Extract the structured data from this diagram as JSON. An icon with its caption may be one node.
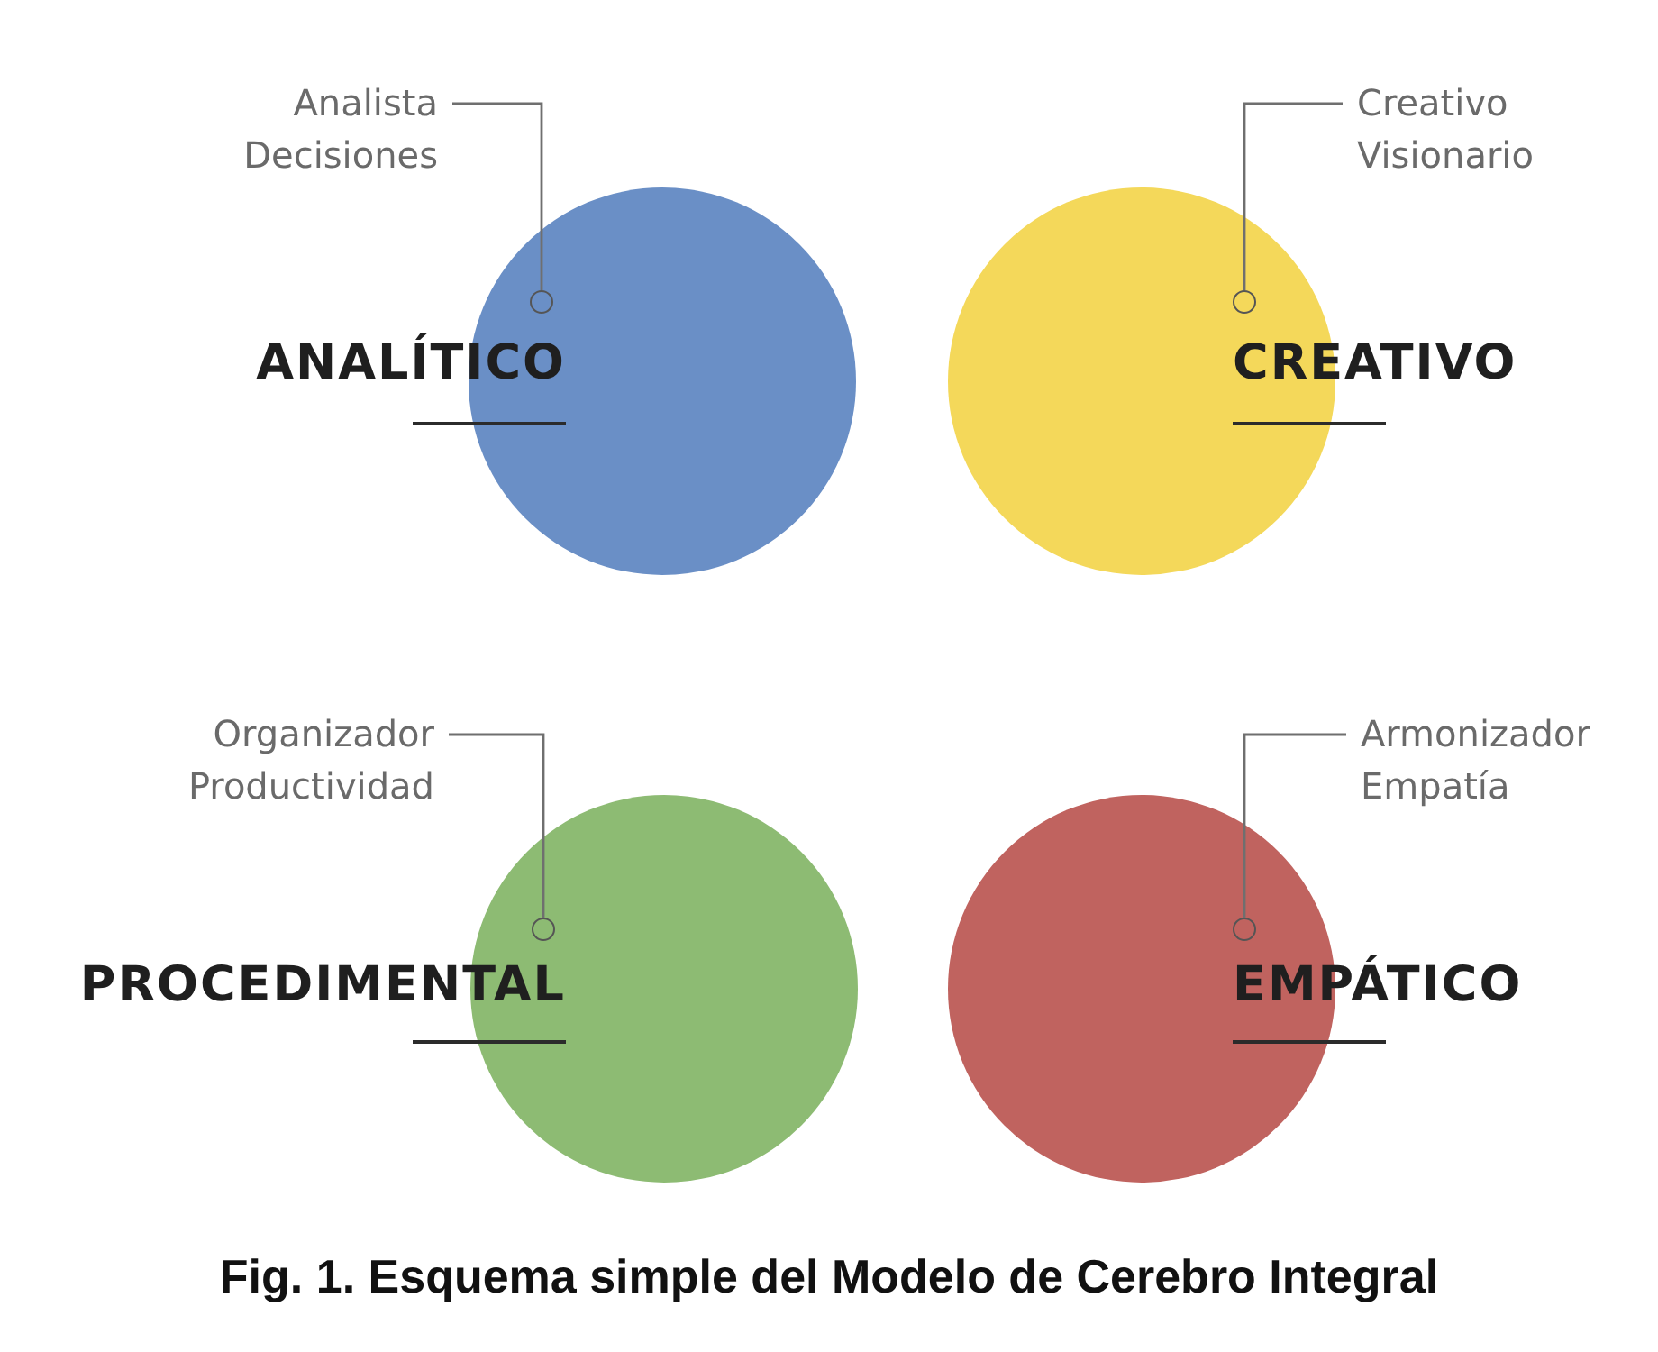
{
  "diagram": {
    "caption": "Fig. 1. Esquema simple del Modelo de Cerebro Integral",
    "nodes": [
      {
        "text": [
          "Analista Decisiones"
        ]
      },
      {
        "text": [
          "ANALÍTICO"
        ]
      },
      {
        "text": [],
        "shape": "circle",
        "in": 1
      },
      {
        "text": [
          "Creativo Visionario"
        ]
      },
      {
        "text": [
          "CREATIVO"
        ]
      },
      {
        "text": [],
        "shape": "circle",
        "in": 4
      },
      {
        "text": [
          "Organizador Productividad"
        ]
      },
      {
        "text": [
          "PROCEDIMENTAL"
        ]
      },
      {
        "text": [],
        "shape": "circle",
        "in": 7
      },
      {
        "text": [
          "Armonizador Empatía"
        ]
      },
      {
        "text": [
          "EMPÁTICO"
        ]
      },
      {
        "text": [],
        "shape": "circle",
        "in": 10
      }
    ],
    "edges": [
      {
        "from": 0,
        "to": 2,
        "arrow": "none"
      },
      {
        "from": 3,
        "to": 5,
        "arrow": "none"
      },
      {
        "from": 6,
        "to": 8,
        "arrow": "none"
      },
      {
        "from": 9,
        "to": 11,
        "arrow": "none"
      }
    ]
  }
}
